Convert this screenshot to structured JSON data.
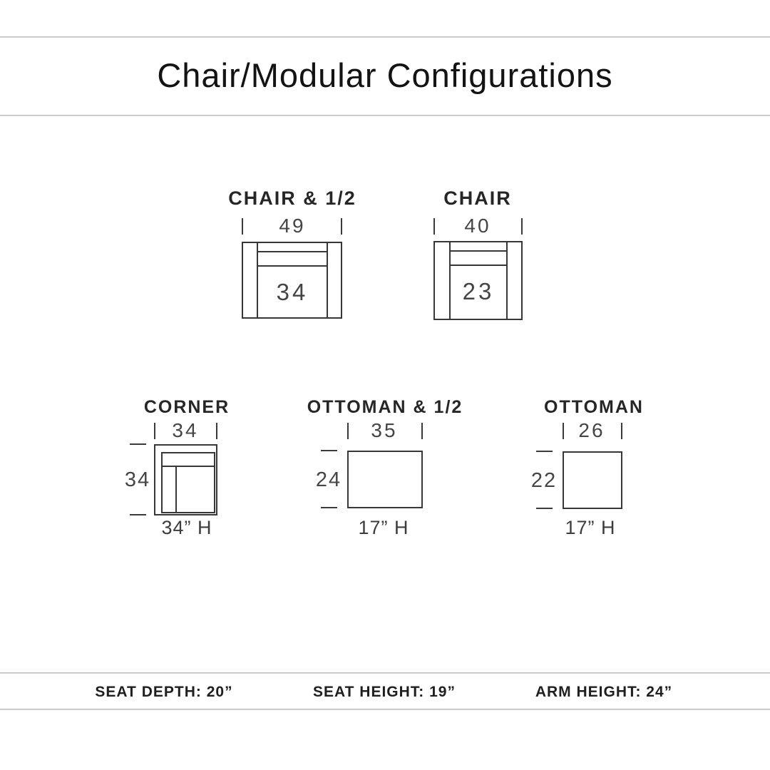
{
  "header": {
    "title": "Chair/Modular Configurations"
  },
  "modules": [
    {
      "id": "chair-half",
      "label": "CHAIR & 1/2",
      "width_in": "49",
      "seat_in": "34"
    },
    {
      "id": "chair",
      "label": "CHAIR",
      "width_in": "40",
      "seat_in": "23"
    },
    {
      "id": "corner",
      "label": "CORNER",
      "width_in": "34",
      "depth_in": "34",
      "height_label": "34” H"
    },
    {
      "id": "ottoman-half",
      "label": "OTTOMAN & 1/2",
      "width_in": "35",
      "depth_in": "24",
      "height_label": "17” H"
    },
    {
      "id": "ottoman",
      "label": "OTTOMAN",
      "width_in": "26",
      "depth_in": "22",
      "height_label": "17” H"
    }
  ],
  "footer": {
    "seat_depth": "SEAT DEPTH: 20”",
    "seat_height": "SEAT HEIGHT: 19”",
    "arm_height": "ARM HEIGHT: 24”"
  },
  "colors": {
    "drawing_line": "#373737",
    "rule_line": "#c6c6c6",
    "text_primary": "#131313",
    "text_dim": "#454545",
    "background": "#ffffff"
  }
}
